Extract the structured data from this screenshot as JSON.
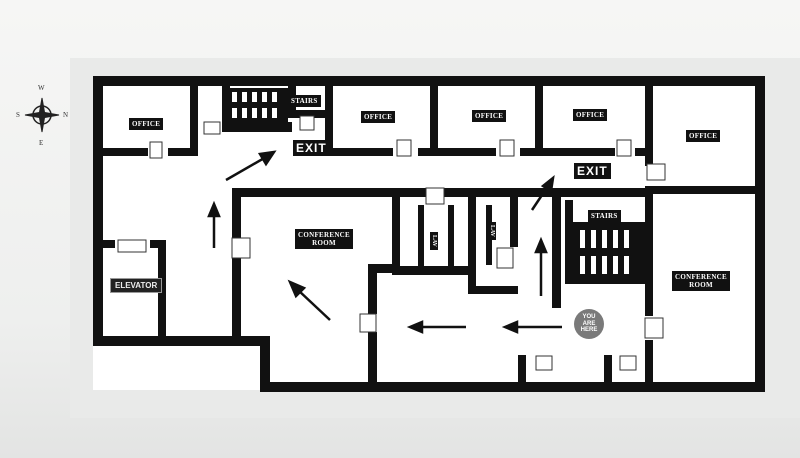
{
  "compass": {
    "north": "N",
    "south": "S",
    "east": "E",
    "west": "W"
  },
  "rooms": {
    "office_1": "OFFICE",
    "office_2": "OFFICE",
    "office_3": "OFFICE",
    "office_4": "OFFICE",
    "office_5": "OFFICE",
    "stairs_top": "STAIRS",
    "stairs_right": "STAIRS",
    "conference_left": "CONFERENCE\nROOM",
    "conference_right": "CONFERENCE\nROOM",
    "lav_1": "LAV",
    "lav_2": "LAV",
    "elevator": "ELEVATOR"
  },
  "exits": {
    "exit_top": "EXIT",
    "exit_right": "EXIT"
  },
  "you_are_here": "YOU\nARE\nHERE"
}
